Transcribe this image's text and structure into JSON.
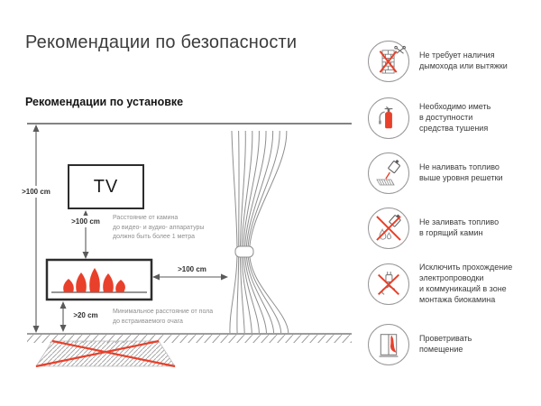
{
  "page": {
    "title": "Рекомендации по безопасности",
    "section_title": "Рекомендации по установке"
  },
  "diagram": {
    "tv_label": "TV",
    "dims": {
      "wall_height": ">100 cm",
      "tv_gap": ">100 cm",
      "curtain_gap": ">100 cm",
      "floor_gap": ">20 cm"
    },
    "notes": {
      "tv": "Расстояние от камина\nдо видео- и аудио- аппаратуры\nдолжно быть более 1 метра",
      "floor": "Минимальное расстояние от пола\nдо встраиваемого очага"
    }
  },
  "safety_items": [
    {
      "icon": "no-chimney-icon",
      "label": "Не требует наличия\nдымохода или вытяжки"
    },
    {
      "icon": "extinguisher-icon",
      "label": "Необходимо иметь\nв доступности\nсредства тушения"
    },
    {
      "icon": "no-overfill-icon",
      "label": "Не наливать топливо\nвыше уровня решетки"
    },
    {
      "icon": "no-fuel-into-burning-icon",
      "label": "Не заливать топливо\nв горящий камин"
    },
    {
      "icon": "no-wiring-icon",
      "label": "Исключить прохождение\nэлектропроводки\nи коммуникаций в зоне\nмонтажа биокамина"
    },
    {
      "icon": "ventilate-icon",
      "label": "Проветривать\nпомещение"
    }
  ],
  "colors": {
    "accent_red": "#e8402a"
  }
}
